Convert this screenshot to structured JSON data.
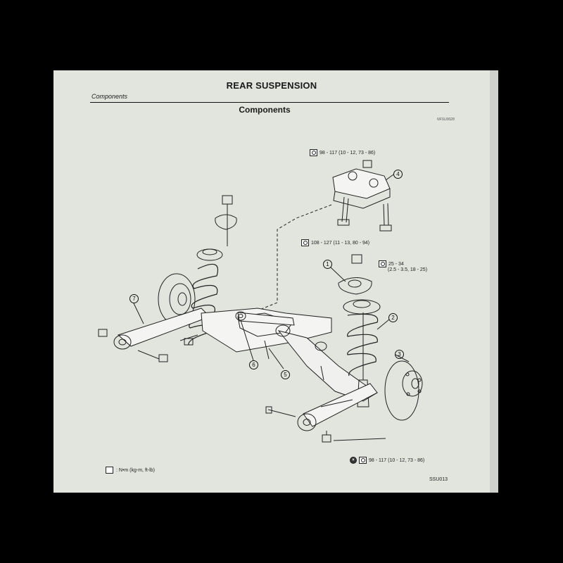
{
  "header": {
    "title": "REAR SUSPENSION",
    "section": "Components",
    "subtitle": "Components",
    "reference": "NFSU0028"
  },
  "torque_specs": {
    "t_top_nut": "98 - 117 (10 - 12, 73 - 86)",
    "t_mount_bolts": "108 - 127 (11 - 13, 80 - 94)",
    "t_strut_nut_a": "25 - 34",
    "t_strut_nut_b": "(2.5 - 3.5, 18 - 25)",
    "t_bottom_nut": "98 - 117 (10 - 12, 73 - 86)"
  },
  "callouts": {
    "c1": "1",
    "c2": "2",
    "c3": "3",
    "c4": "4",
    "c5": "5",
    "c6": "6",
    "c7": "7"
  },
  "legend": {
    "units": ": N•m (kg-m, ft-lb)"
  },
  "figure_code": "SSU013",
  "icons": {
    "torque": "torque-wrench-icon",
    "replace": "replace-nut-icon"
  }
}
